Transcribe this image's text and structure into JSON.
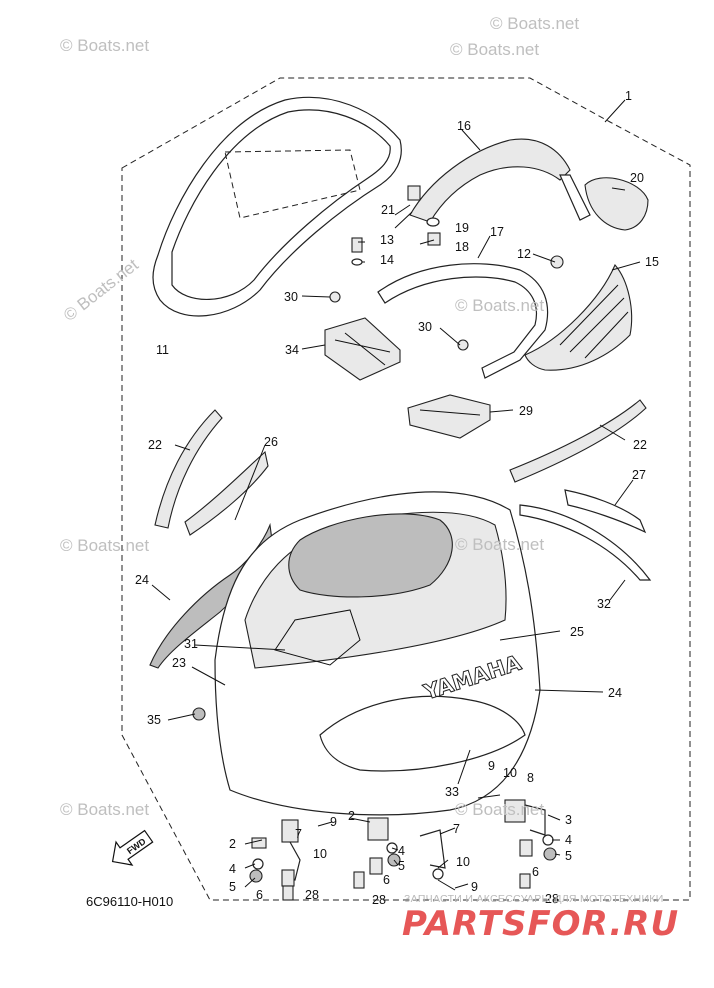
{
  "watermarks": {
    "boats_net": "© Boats.net"
  },
  "diagram_code": "6C96110-H010",
  "fwd_label": "FWD",
  "cowling_brand": "YAMAHA",
  "site_caption": "ЗАПЧАСТИ И АКСЕССУАРЫ ДЛЯ МОТОТЕХНИКИ",
  "site_logo": "PARTSFOR.RU",
  "callouts": [
    "1",
    "2",
    "3",
    "4",
    "5",
    "6",
    "7",
    "8",
    "9",
    "10",
    "11",
    "12",
    "13",
    "14",
    "15",
    "16",
    "17",
    "18",
    "19",
    "20",
    "21",
    "22",
    "23",
    "24",
    "25",
    "26",
    "27",
    "28",
    "29",
    "30",
    "31",
    "32",
    "33",
    "34",
    "35"
  ]
}
